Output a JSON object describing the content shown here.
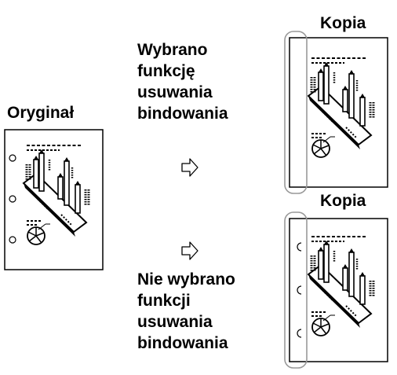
{
  "labels": {
    "original": "Oryginał",
    "copy_top": "Kopia",
    "copy_bottom": "Kopia",
    "selected": [
      "Wybrano",
      "funkcję",
      "usuwania",
      "bindowania"
    ],
    "not_selected": [
      "Nie wybrano",
      "funkcji",
      "usuwania",
      "bindowania"
    ]
  },
  "icons": {
    "arrow": "arrow-right-icon",
    "page": "document-chart-icon",
    "punch_hole": "punch-hole-icon"
  }
}
